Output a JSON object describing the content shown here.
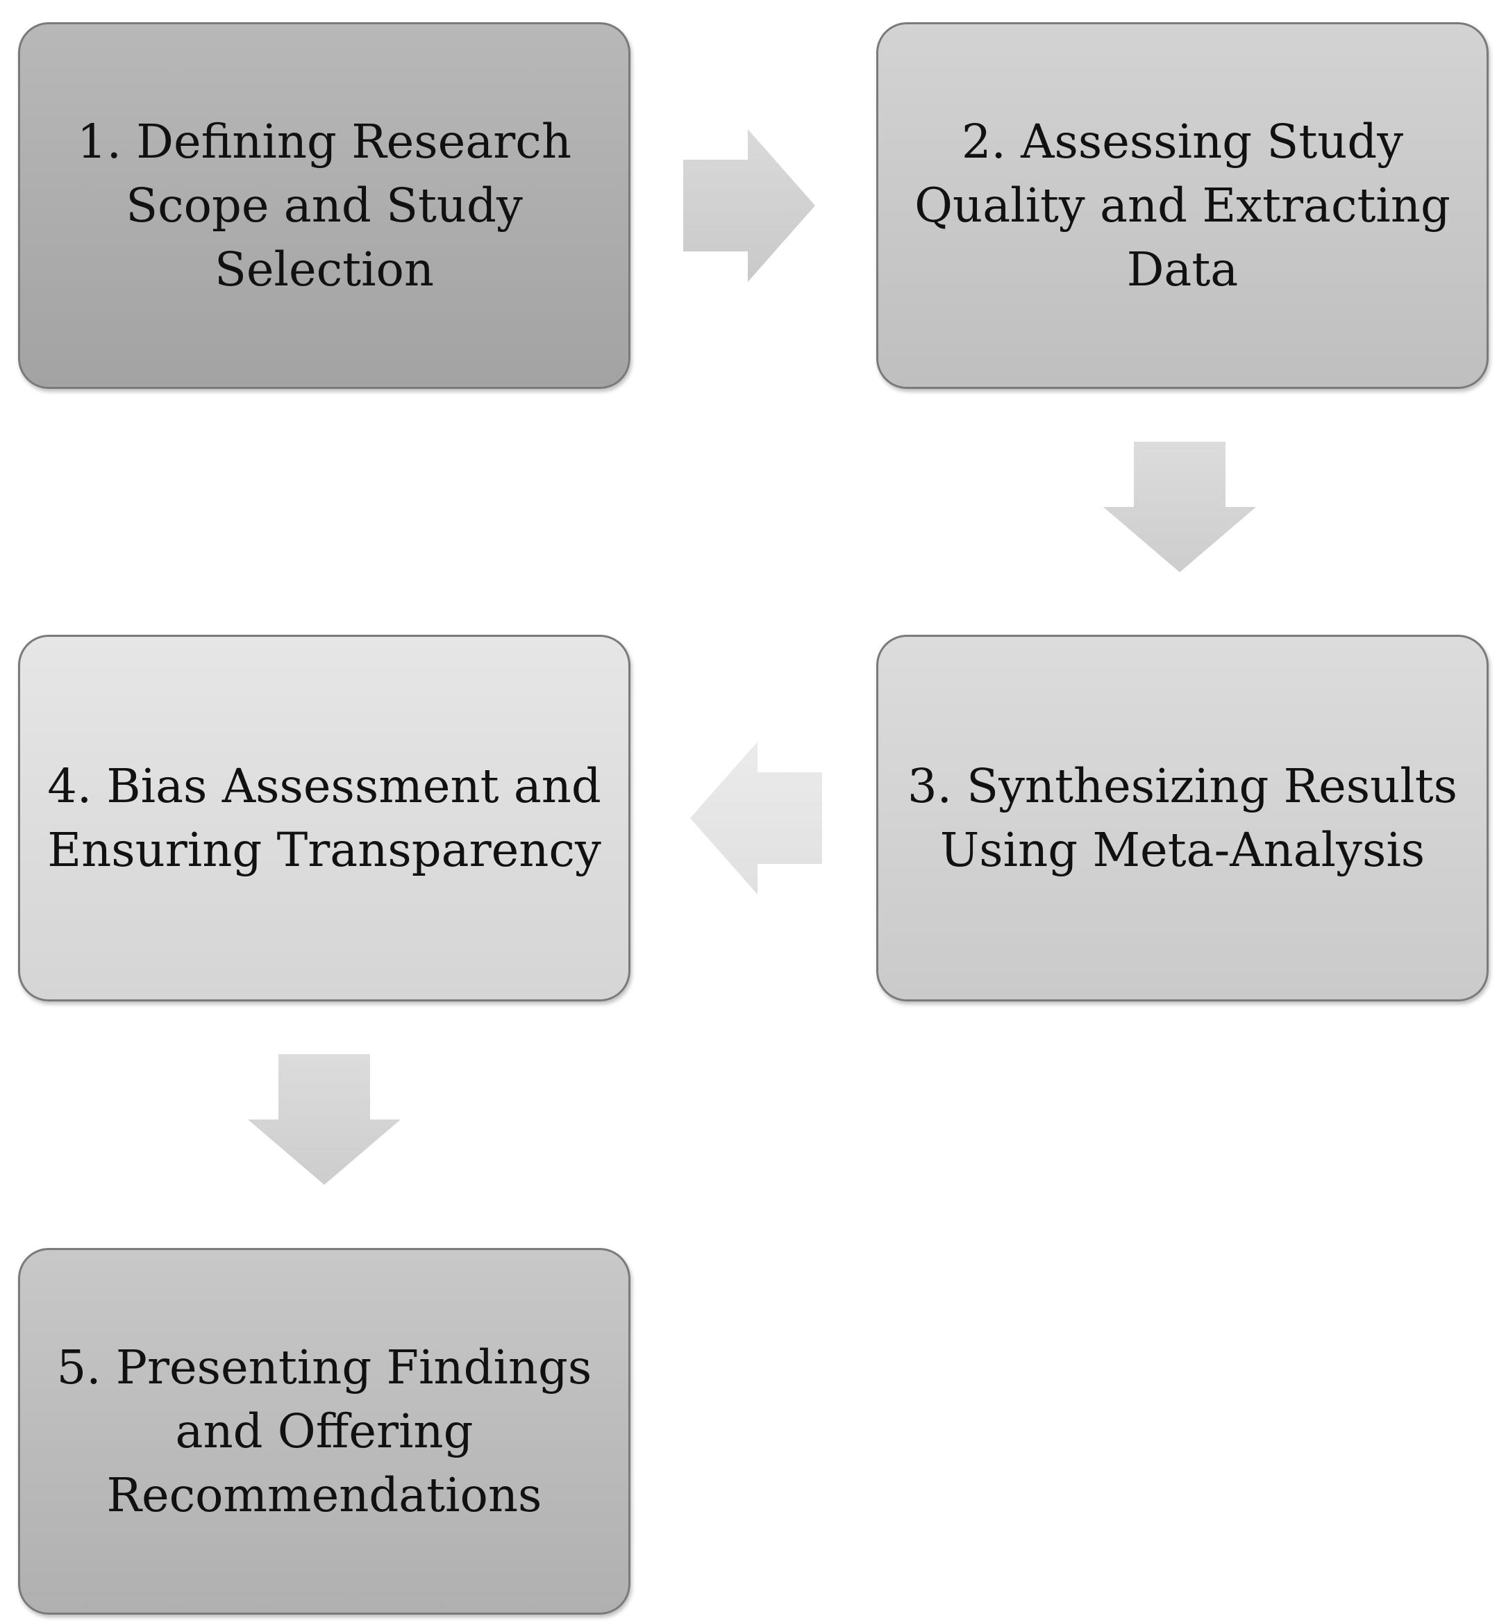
{
  "steps": [
    {
      "label": "1. Defining Research Scope and Study Selection"
    },
    {
      "label": "2. Assessing Study Quality and Extracting Data"
    },
    {
      "label": "3. Synthesizing Results Using Meta-Analysis"
    },
    {
      "label": "4. Bias Assessment and Ensuring Transparency"
    },
    {
      "label": "5. Presenting Findings and Offering Recommendations"
    }
  ],
  "colors": {
    "box_border": "#7a7a7a",
    "arrow_fill": "#d9d9d9",
    "text": "#111111"
  }
}
